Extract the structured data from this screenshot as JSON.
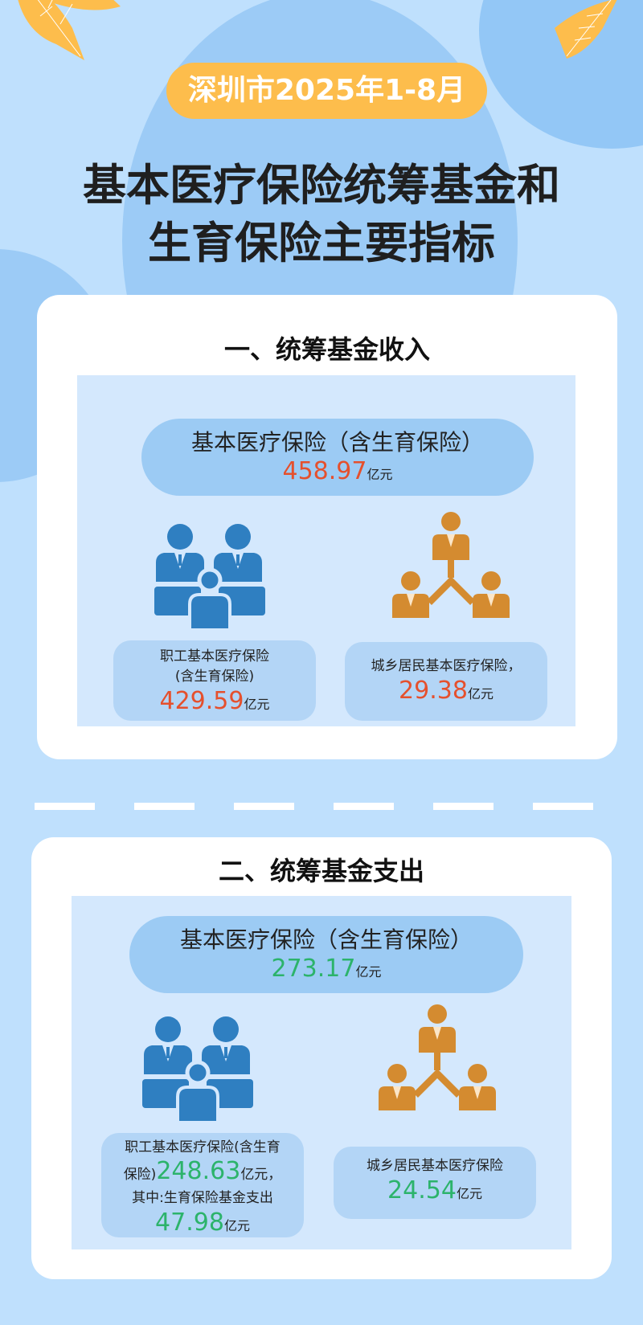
{
  "header": {
    "date_badge": "深圳市2025年1-8月",
    "title_line1": "基本医疗保险统筹基金和",
    "title_line2": "生育保险主要指标"
  },
  "income": {
    "section_title": "一、统筹基金收入",
    "total": {
      "label": "基本医疗保险（含生育保险）",
      "value": "458.97",
      "unit": "亿元"
    },
    "employee": {
      "icon": "employees-group-icon",
      "label_line1": "职工基本医疗保险",
      "label_line2": "(含生育保险)",
      "value": "429.59",
      "unit": "亿元"
    },
    "resident": {
      "icon": "residents-network-icon",
      "label_line1": "城乡居民基本医疗保险，",
      "value": "29.38",
      "unit": "亿元"
    }
  },
  "expenditure": {
    "section_title": "二、统筹基金支出",
    "total": {
      "label": "基本医疗保险（含生育保险）",
      "value": "273.17",
      "unit": "亿元"
    },
    "employee": {
      "icon": "employees-group-icon",
      "label_line1": "职工基本医疗保险(含生育",
      "label_line2_prefix": "保险)",
      "value": "248.63",
      "unit": "亿元，",
      "label_line3": "其中:生育保险基金支出",
      "sub_value": "47.98",
      "sub_unit": "亿元"
    },
    "resident": {
      "icon": "residents-network-icon",
      "label_line1": "城乡居民基本医疗保险",
      "value": "24.54",
      "unit": "亿元"
    }
  },
  "colors": {
    "background": "#bfe0fd",
    "badge": "#fdbd4c",
    "income_number": "#e5502d",
    "expense_number": "#2cb36b",
    "employee_icon": "#2f7fc1",
    "resident_icon": "#d48b30"
  }
}
